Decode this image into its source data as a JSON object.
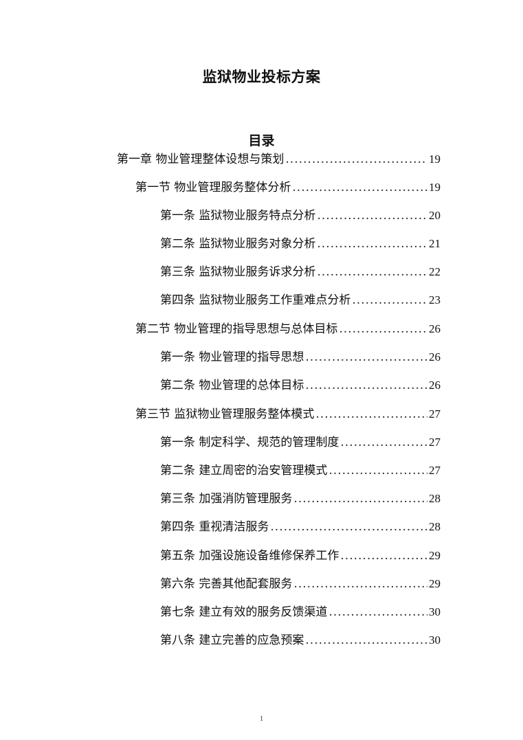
{
  "document": {
    "title": "监狱物业投标方案",
    "toc_heading": "目录",
    "page_number": "1"
  },
  "toc": [
    {
      "level": 1,
      "label": "第一章 物业管理整体设想与策划",
      "page": "19"
    },
    {
      "level": 2,
      "label": "第一节 物业管理服务整体分析",
      "page": "19"
    },
    {
      "level": 3,
      "label": "第一条 监狱物业服务特点分析",
      "page": "20"
    },
    {
      "level": 3,
      "label": "第二条 监狱物业服务对象分析",
      "page": "21"
    },
    {
      "level": 3,
      "label": "第三条 监狱物业服务诉求分析",
      "page": "22"
    },
    {
      "level": 3,
      "label": "第四条 监狱物业服务工作重难点分析",
      "page": "23"
    },
    {
      "level": 2,
      "label": "第二节 物业管理的指导思想与总体目标",
      "page": "26"
    },
    {
      "level": 3,
      "label": "第一条 物业管理的指导思想",
      "page": "26"
    },
    {
      "level": 3,
      "label": "第二条 物业管理的总体目标",
      "page": "26"
    },
    {
      "level": 2,
      "label": "第三节 监狱物业管理服务整体模式",
      "page": "27"
    },
    {
      "level": 3,
      "label": "第一条 制定科学、规范的管理制度",
      "page": "27"
    },
    {
      "level": 3,
      "label": "第二条 建立周密的治安管理模式",
      "page": "27"
    },
    {
      "level": 3,
      "label": "第三条 加强消防管理服务",
      "page": "28"
    },
    {
      "level": 3,
      "label": "第四条 重视清洁服务",
      "page": "28"
    },
    {
      "level": 3,
      "label": "第五条 加强设施设备维修保养工作",
      "page": "29"
    },
    {
      "level": 3,
      "label": "第六条 完善其他配套服务",
      "page": "29"
    },
    {
      "level": 3,
      "label": "第七条 建立有效的服务反馈渠道",
      "page": "30"
    },
    {
      "level": 3,
      "label": "第八条 建立完善的应急预案",
      "page": "30"
    }
  ]
}
